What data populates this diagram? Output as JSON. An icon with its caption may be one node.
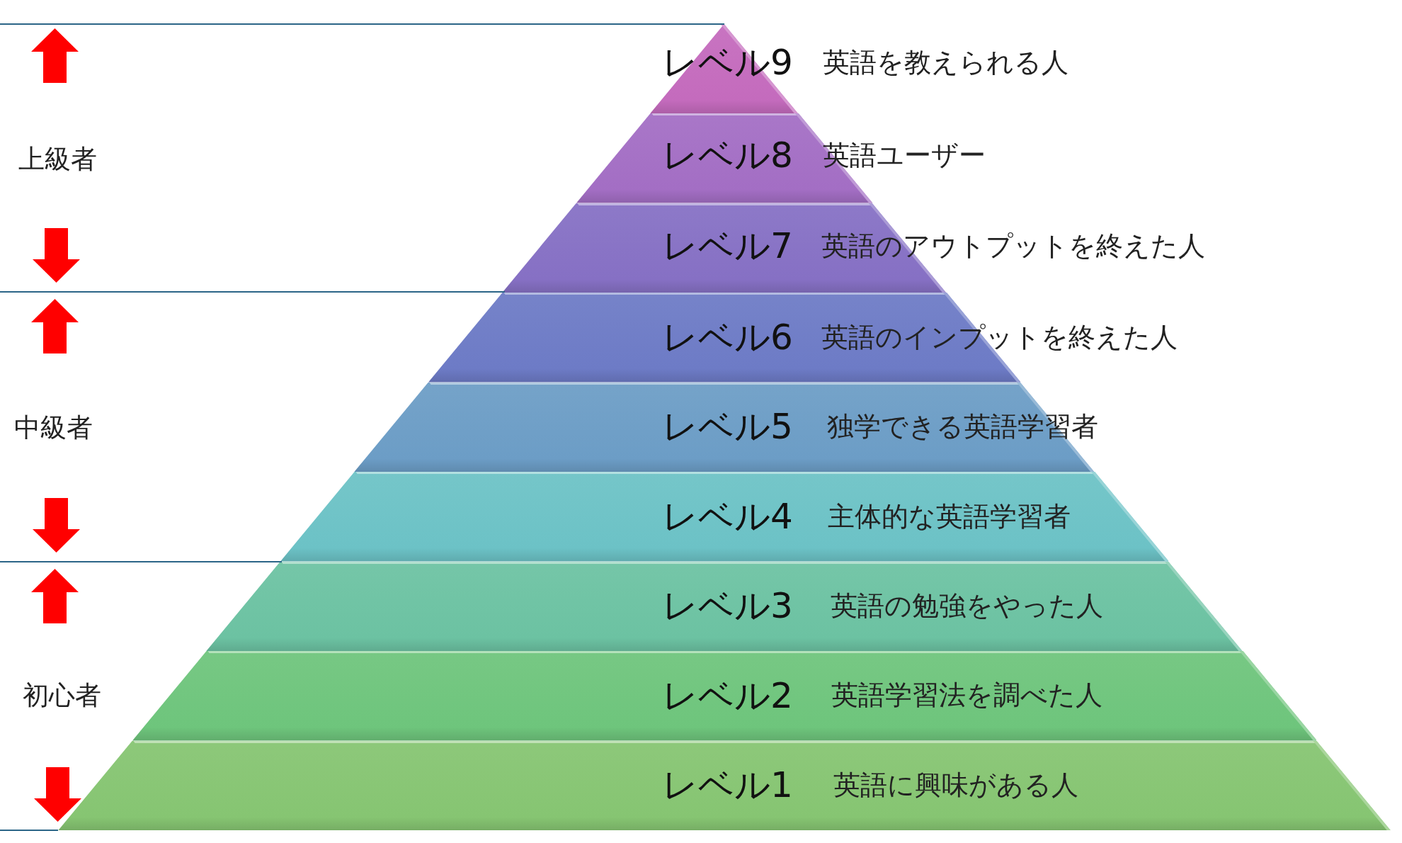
{
  "diagram": {
    "nodes": [
      {
        "text": [
          "レベル9",
          "英語を教えられる人"
        ]
      },
      {
        "text": [
          "レベル8",
          "英語ユーザー"
        ]
      },
      {
        "text": [
          "レベル7",
          "英語のアウトプットを終えた人"
        ]
      },
      {
        "text": [
          "レベル6",
          "英語のインプットを終えた人"
        ]
      },
      {
        "text": [
          "レベル5",
          "独学できる英語学習者"
        ]
      },
      {
        "text": [
          "レベル4",
          "主体的な英語学習者"
        ]
      },
      {
        "text": [
          "レベル3",
          "英語の勉強をやった人"
        ]
      },
      {
        "text": [
          "レベル2",
          "英語学習法を調べた人"
        ]
      },
      {
        "text": [
          "レベル1",
          "英語に興味がある人"
        ]
      }
    ],
    "labels": [
      "上級者",
      "中級者",
      "初心者"
    ]
  }
}
